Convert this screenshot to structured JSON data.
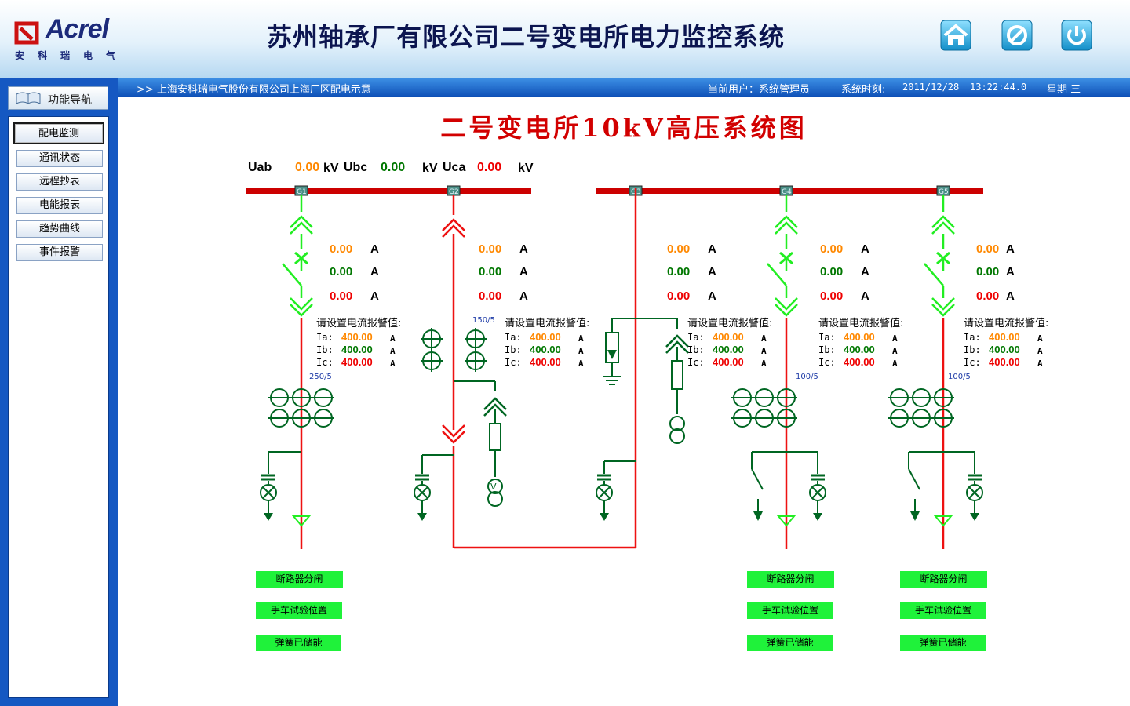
{
  "header": {
    "logo_text": "Acrel",
    "logo_cn": "安科瑞电气",
    "title": "苏州轴承厂有限公司二号变电所电力监控系统",
    "buttons": [
      {
        "icon": "home-icon"
      },
      {
        "icon": "cancel-icon"
      },
      {
        "icon": "power-icon"
      }
    ]
  },
  "status_bar": {
    "breadcrumb": ">>  上海安科瑞电气股份有限公司上海厂区配电示意",
    "user": "当前用户：系统管理员",
    "time_label": "系统时刻:",
    "date": "2011/12/28",
    "time": "13:22:44.0",
    "weekday": "星期 三"
  },
  "sidebar": {
    "header": "功能导航",
    "items": [
      {
        "label": "配电监测",
        "active": true
      },
      {
        "label": "通讯状态",
        "active": false
      },
      {
        "label": "远程抄表",
        "active": false
      },
      {
        "label": "电能报表",
        "active": false
      },
      {
        "label": "趋势曲线",
        "active": false
      },
      {
        "label": "事件报警",
        "active": false
      }
    ]
  },
  "diagram": {
    "title": "二号变电所10kV高压系统图",
    "voltage_items": [
      {
        "label": "Uab",
        "value": "0.00",
        "unit": "kV",
        "color": "#ff8800"
      },
      {
        "label": "Ubc",
        "value": "0.00",
        "unit": "kV",
        "color": "#007700"
      },
      {
        "label": "Uca",
        "value": "0.00",
        "unit": "kV",
        "color": "#ee0000"
      }
    ],
    "bus_tags": [
      "G1",
      "G2",
      "G3",
      "G4",
      "G5"
    ],
    "current_unit": "A",
    "alarm_title": "请设置电流报警值:",
    "alarm_unit": "A",
    "phase_labels": [
      "Ia:",
      "Ib:",
      "Ic:"
    ],
    "phase_colors": [
      "#ff8800",
      "#007700",
      "#ee0000"
    ],
    "feeders": [
      {
        "currents": [
          "0.00",
          "0.00",
          "0.00"
        ],
        "alarm": [
          "400.00",
          "400.00",
          "400.00"
        ],
        "ct_ratio": "250/5"
      },
      {
        "currents": [
          "0.00",
          "0.00",
          "0.00"
        ],
        "alarm": [
          "400.00",
          "400.00",
          "400.00"
        ],
        "ct_ratio": "150/5"
      },
      {
        "currents": [
          "0.00",
          "0.00",
          "0.00"
        ],
        "alarm": [
          "400.00",
          "400.00",
          "400.00"
        ]
      },
      {
        "currents": [
          "0.00",
          "0.00",
          "0.00"
        ],
        "alarm": [
          "400.00",
          "400.00",
          "400.00"
        ],
        "ct_ratio": "100/5"
      },
      {
        "currents": [
          "0.00",
          "0.00",
          "0.00"
        ],
        "alarm": [
          "400.00",
          "400.00",
          "400.00"
        ],
        "ct_ratio": "100/5"
      }
    ],
    "status_labels": [
      "断路器分闸",
      "手车试验位置",
      "弹簧已储能"
    ],
    "status_groups": [
      {
        "feeder": "G1"
      },
      {
        "feeder": "G4"
      },
      {
        "feeder": "G5"
      }
    ],
    "colors": {
      "energized": "#ee1111",
      "de_energized": "#22ee22",
      "equipment": "#006622",
      "bus": "#cc0000",
      "status_on": "#1ff23a"
    }
  }
}
